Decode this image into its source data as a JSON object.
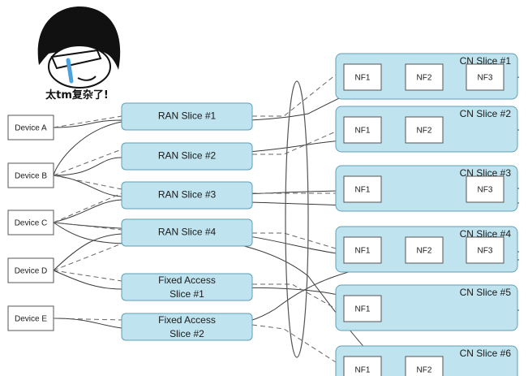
{
  "meme": {
    "caption": "太tm复杂了!"
  },
  "devices": [
    {
      "id": "A",
      "label": "Device A"
    },
    {
      "id": "B",
      "label": "Device B"
    },
    {
      "id": "C",
      "label": "Device C"
    },
    {
      "id": "D",
      "label": "Device D"
    },
    {
      "id": "E",
      "label": "Device E"
    }
  ],
  "access_slices": [
    {
      "id": "ran1",
      "lines": [
        "RAN Slice #1"
      ]
    },
    {
      "id": "ran2",
      "lines": [
        "RAN Slice #2"
      ]
    },
    {
      "id": "ran3",
      "lines": [
        "RAN Slice #3"
      ]
    },
    {
      "id": "ran4",
      "lines": [
        "RAN Slice #4"
      ]
    },
    {
      "id": "fa1",
      "lines": [
        "Fixed Access",
        "Slice #1"
      ]
    },
    {
      "id": "fa2",
      "lines": [
        "Fixed Access",
        "Slice #2"
      ]
    }
  ],
  "cn_slices": [
    {
      "id": "cn1",
      "label": "CN Slice #1",
      "nfs": [
        "NF1",
        "NF2",
        "NF3"
      ]
    },
    {
      "id": "cn2",
      "label": "CN Slice #2",
      "nfs": [
        "NF1",
        "NF2"
      ]
    },
    {
      "id": "cn3",
      "label": "CN Slice #3",
      "nfs": [
        "NF1",
        "NF3"
      ]
    },
    {
      "id": "cn4",
      "label": "CN Slice #4",
      "nfs": [
        "NF1",
        "NF2",
        "NF3"
      ]
    },
    {
      "id": "cn5",
      "label": "CN Slice #5",
      "nfs": [
        "NF1"
      ]
    },
    {
      "id": "cn6",
      "label": "CN Slice #6",
      "nfs": [
        "NF1",
        "NF2"
      ]
    }
  ],
  "colors": {
    "slice_fill": "#bfe3ef",
    "slice_stroke": "#5f9fb6",
    "line": "#3a3a3a",
    "meme_tear": "#4aa3df"
  }
}
